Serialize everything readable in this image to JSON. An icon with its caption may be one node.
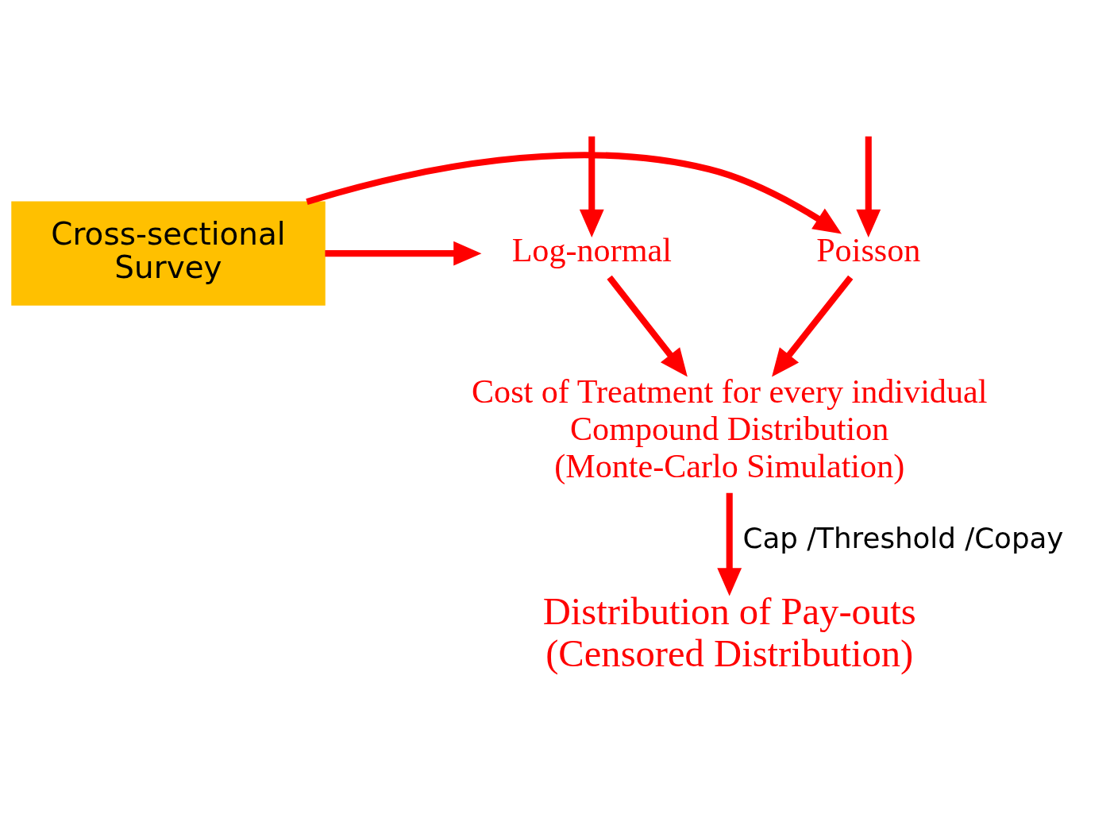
{
  "diagram": {
    "nodes": [
      {
        "text": [
          "Poisson"
        ]
      },
      {
        "text": [
          "Cross-sectional Survey"
        ]
      },
      {
        "text": [
          "Log-normal"
        ]
      },
      {
        "text": [
          "Cost of Treatment for every individual",
          "Compound Distribution",
          "(Monte-Carlo Simulation)"
        ]
      },
      {
        "text": [
          "Distribution of Pay-outs (Censored Distribution)"
        ]
      }
    ],
    "edges": [
      {
        "from": null,
        "to": 0,
        "arrow": "to"
      },
      {
        "from": 1,
        "to": 0,
        "arrow": "to"
      },
      {
        "from": 1,
        "to": 2,
        "arrow": "to"
      },
      {
        "from": null,
        "to": 2,
        "arrow": "to"
      },
      {
        "from": 0,
        "to": 3,
        "arrow": "to"
      },
      {
        "from": 2,
        "to": 3,
        "arrow": "to"
      },
      {
        "from": 3,
        "to": 4,
        "arrow": "to",
        "label": "Cap /Threshold /Copay"
      }
    ]
  }
}
